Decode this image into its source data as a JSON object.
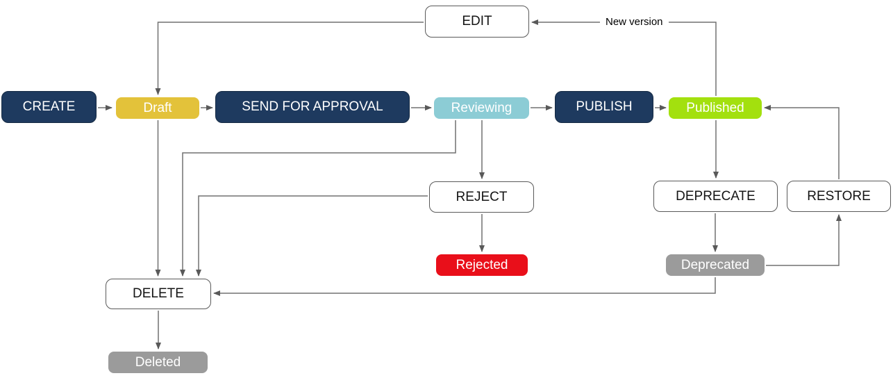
{
  "diagram": {
    "type": "flowchart-state-machine",
    "background": "#ffffff",
    "nodes": {
      "create": {
        "label": "CREATE",
        "kind": "action",
        "fill": "#1e3a5f",
        "text_color": "#ffffff"
      },
      "draft": {
        "label": "Draft",
        "kind": "state",
        "fill": "#e3c23a",
        "text_color": "#ffffff"
      },
      "send_for_approval": {
        "label": "SEND FOR APPROVAL",
        "kind": "action",
        "fill": "#1e3a5f",
        "text_color": "#ffffff"
      },
      "reviewing": {
        "label": "Reviewing",
        "kind": "state",
        "fill": "#8cccd5",
        "text_color": "#ffffff"
      },
      "publish": {
        "label": "PUBLISH",
        "kind": "action",
        "fill": "#1e3a5f",
        "text_color": "#ffffff"
      },
      "published": {
        "label": "Published",
        "kind": "state",
        "fill": "#a3e00e",
        "text_color": "#ffffff"
      },
      "edit": {
        "label": "EDIT",
        "kind": "action",
        "fill": "#ffffff",
        "text_color": "#141414"
      },
      "reject": {
        "label": "REJECT",
        "kind": "action",
        "fill": "#ffffff",
        "text_color": "#141414"
      },
      "rejected": {
        "label": "Rejected",
        "kind": "state",
        "fill": "#e90f1a",
        "text_color": "#ffffff"
      },
      "deprecate": {
        "label": "DEPRECATE",
        "kind": "action",
        "fill": "#ffffff",
        "text_color": "#141414"
      },
      "restore": {
        "label": "RESTORE",
        "kind": "action",
        "fill": "#ffffff",
        "text_color": "#141414"
      },
      "deprecated": {
        "label": "Deprecated",
        "kind": "state",
        "fill": "#9b9b9b",
        "text_color": "#ffffff"
      },
      "delete": {
        "label": "DELETE",
        "kind": "action",
        "fill": "#ffffff",
        "text_color": "#141414"
      },
      "deleted": {
        "label": "Deleted",
        "kind": "state",
        "fill": "#9b9b9b",
        "text_color": "#ffffff"
      }
    },
    "edges": [
      {
        "from": "create",
        "to": "draft",
        "label": ""
      },
      {
        "from": "draft",
        "to": "send_for_approval",
        "label": ""
      },
      {
        "from": "send_for_approval",
        "to": "reviewing",
        "label": ""
      },
      {
        "from": "reviewing",
        "to": "publish",
        "label": ""
      },
      {
        "from": "publish",
        "to": "published",
        "label": ""
      },
      {
        "from": "edit",
        "to": "draft",
        "label": ""
      },
      {
        "from": "published",
        "to": "edit",
        "label": "New version"
      },
      {
        "from": "published",
        "to": "deprecate",
        "label": ""
      },
      {
        "from": "deprecate",
        "to": "deprecated",
        "label": ""
      },
      {
        "from": "deprecated",
        "to": "restore",
        "label": ""
      },
      {
        "from": "restore",
        "to": "published",
        "label": ""
      },
      {
        "from": "reviewing",
        "to": "reject",
        "label": ""
      },
      {
        "from": "reject",
        "to": "rejected",
        "label": ""
      },
      {
        "from": "draft",
        "to": "delete",
        "label": ""
      },
      {
        "from": "reviewing",
        "to": "delete",
        "label": ""
      },
      {
        "from": "reject",
        "to": "delete",
        "label": ""
      },
      {
        "from": "deprecated",
        "to": "delete",
        "label": ""
      },
      {
        "from": "delete",
        "to": "deleted",
        "label": ""
      }
    ],
    "colors": {
      "action_navy": "#1e3a5f",
      "state_draft_yellow": "#e3c23a",
      "state_reviewing_teal": "#8cccd5",
      "state_published_green": "#a3e00e",
      "state_rejected_red": "#e90f1a",
      "state_gray": "#9b9b9b",
      "edge_line": "#707070",
      "outline_border": "#595959"
    }
  }
}
